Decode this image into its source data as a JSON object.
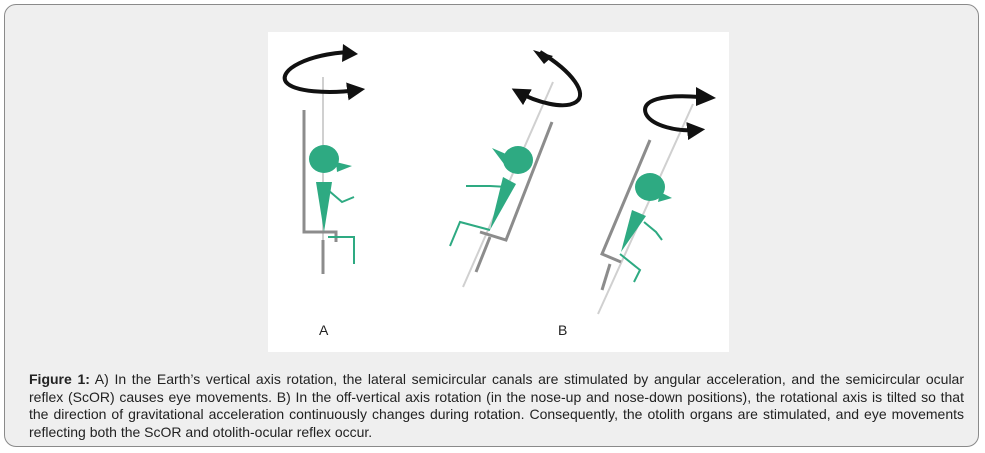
{
  "figure": {
    "panel_labels": {
      "a": "A",
      "b": "B"
    },
    "colors": {
      "figure": "#2eaa82",
      "chair": "#8c8c8c",
      "axis": "#d0d0d0",
      "arrow": "#111111",
      "background": "#efefef"
    },
    "icons": [
      "rotation-arrow-icon",
      "seated-person-icon",
      "chair-icon",
      "rotation-axis-icon"
    ]
  },
  "caption": {
    "label": "Figure 1:",
    "text": " A) In the Earth’s vertical axis rotation, the lateral semicircular canals are stimulated by angular acceleration, and the semicircular ocular reflex (ScOR) causes eye movements. B) In the off-vertical axis rotation (in the nose-up and nose-down positions), the rotational axis is tilted so that the direction of gravitational acceleration continuously changes during rotation. Consequently, the otolith organs are stimulated, and eye movements reflecting both the ScOR and otolith-ocular reflex occur."
  }
}
